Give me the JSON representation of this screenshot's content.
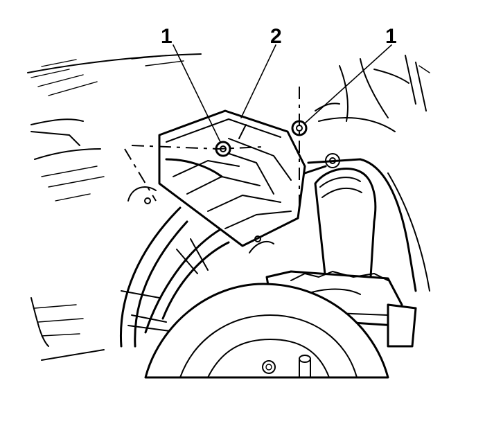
{
  "callouts": [
    {
      "id": "nut-left",
      "label": "1"
    },
    {
      "id": "shield",
      "label": "2"
    },
    {
      "id": "nut-right",
      "label": "1"
    }
  ]
}
